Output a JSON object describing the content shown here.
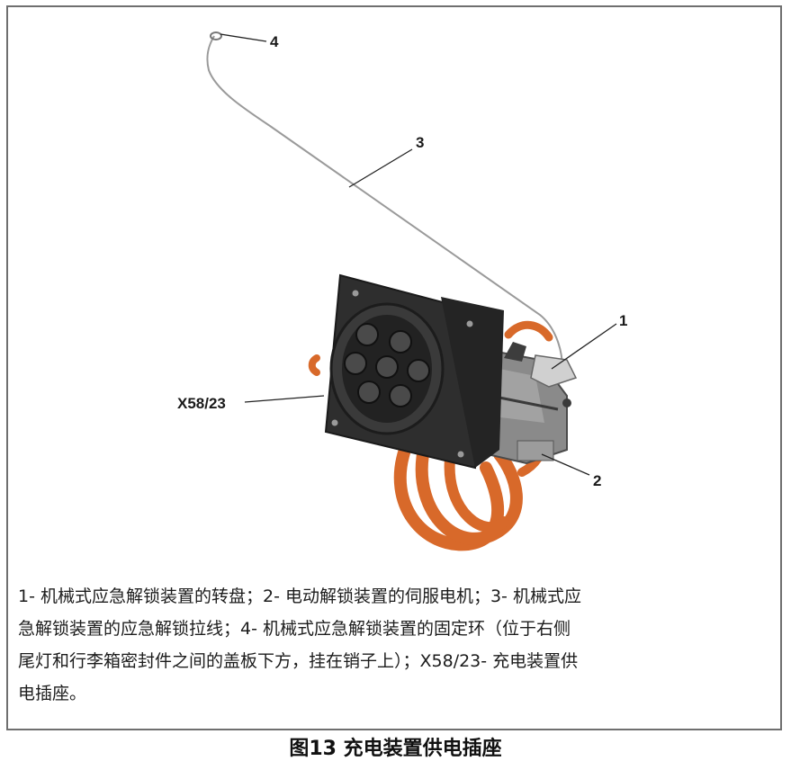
{
  "labels": {
    "l1": "1",
    "l2": "2",
    "l3": "3",
    "l4": "4",
    "lx": "X58/23"
  },
  "caption_lines": [
    "1- 机械式应急解锁装置的转盘；2- 电动解锁装置的伺服电机；3- 机械式应",
    "急解锁装置的应急解锁拉线；4- 机械式应急解锁装置的固定环（位于右侧",
    "尾灯和行李箱密封件之间的盖板下方，挂在销子上）；X58/23- 充电装置供",
    "电插座。"
  ],
  "figure_title": "图13 充电装置供电插座",
  "colors": {
    "frame": "#6f6f6f",
    "housing": "#2e2e2e",
    "actuator": "#8a8a8a",
    "cable": "#d8692a",
    "wire": "#9a9a9a"
  }
}
